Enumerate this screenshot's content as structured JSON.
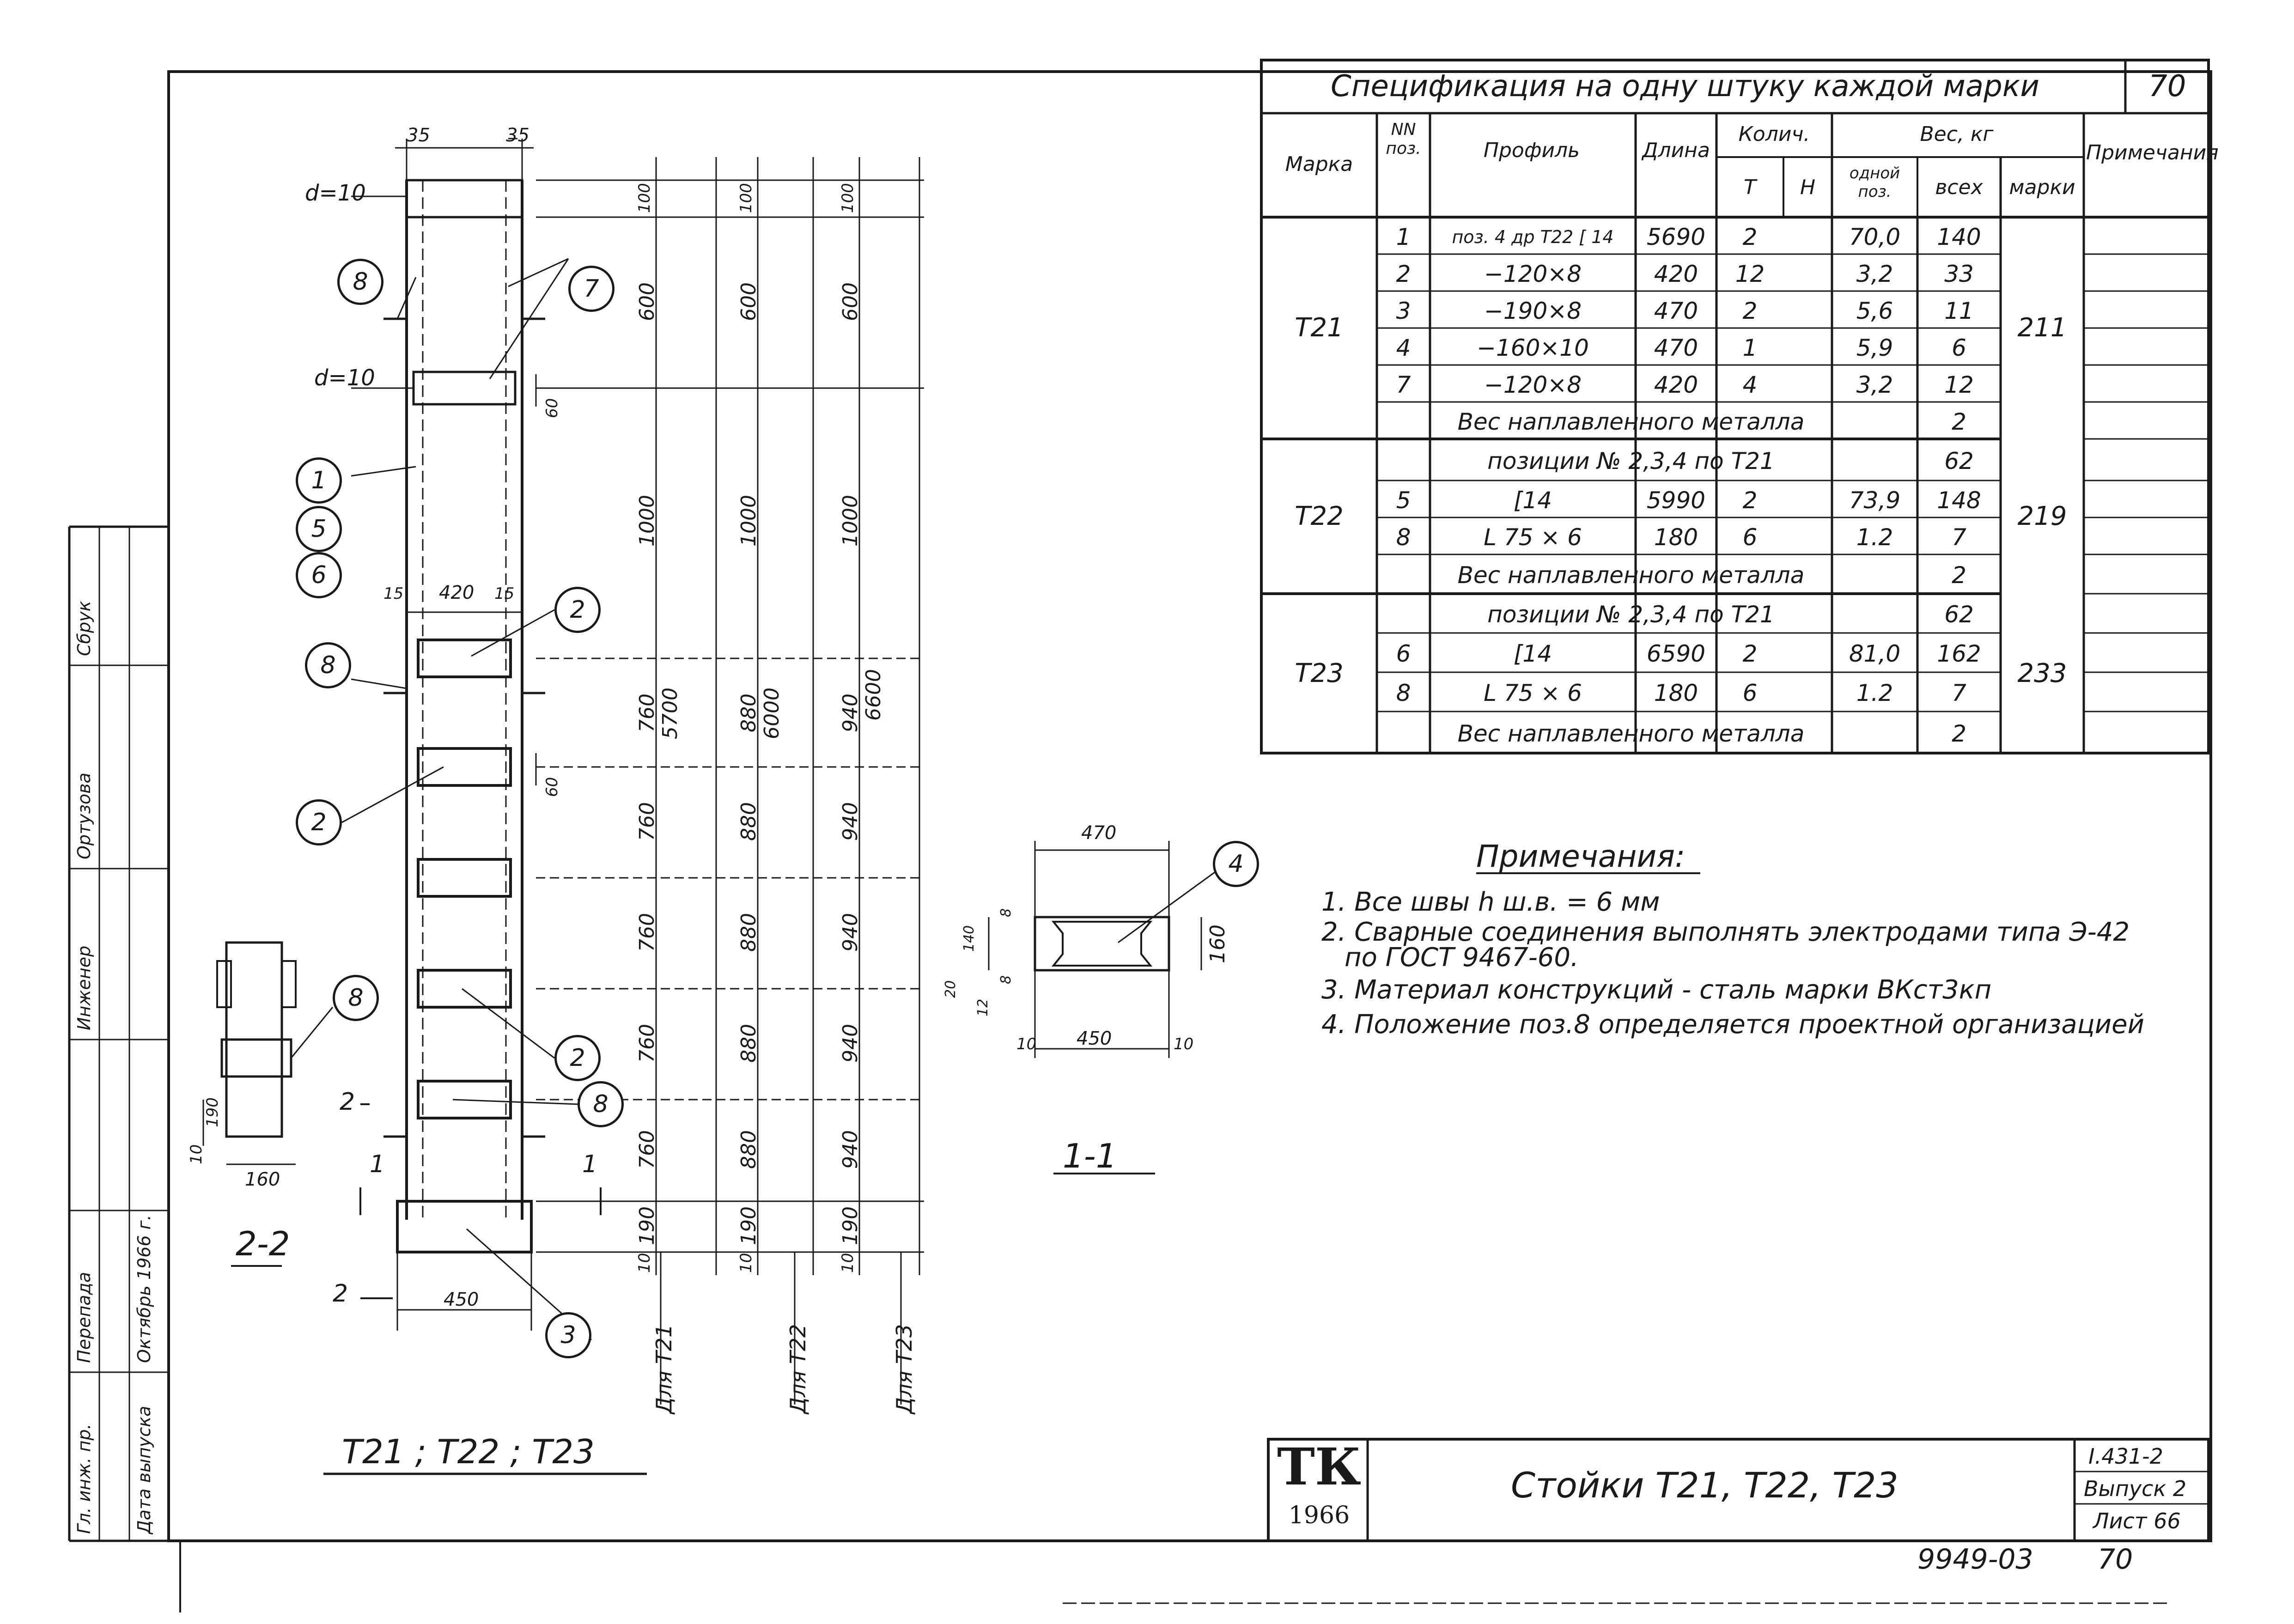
{
  "spec": {
    "title": "Спецификация на одну штуку каждой марки",
    "sheet_corner_no": "70",
    "headers": {
      "mark": "Марка",
      "pos": "NN поз.",
      "profile": "Профиль",
      "length": "Длина",
      "qty": "Колич.",
      "qty_t": "Т",
      "qty_n": "Н",
      "weight": "Вес, кг",
      "w_one": "одной поз.",
      "w_all": "всех",
      "w_mark": "марки",
      "note": "Примечания"
    },
    "rows": [
      {
        "mark": "Т21",
        "pos": "1",
        "profile": "поз. 4 др Т22 [ 14",
        "length": "5690",
        "t": "2",
        "n": "",
        "one": "70,0",
        "all": "140",
        "mark_w": "211"
      },
      {
        "mark": "",
        "pos": "2",
        "profile": "−120×8",
        "length": "420",
        "t": "12",
        "n": "",
        "one": "3,2",
        "all": "33",
        "mark_w": ""
      },
      {
        "mark": "",
        "pos": "3",
        "profile": "−190×8",
        "length": "470",
        "t": "2",
        "n": "",
        "one": "5,6",
        "all": "11",
        "mark_w": ""
      },
      {
        "mark": "",
        "pos": "4",
        "profile": "−160×10",
        "length": "470",
        "t": "1",
        "n": "",
        "one": "5,9",
        "all": "6",
        "mark_w": ""
      },
      {
        "mark": "",
        "pos": "7",
        "profile": "−120×8",
        "length": "420",
        "t": "4",
        "n": "",
        "one": "3,2",
        "all": "12",
        "mark_w": ""
      },
      {
        "mark": "",
        "pos": "",
        "profile": "Вес наплавленного металла",
        "length": "",
        "t": "",
        "n": "",
        "one": "",
        "all": "2",
        "mark_w": ""
      },
      {
        "mark": "Т22",
        "pos": "",
        "profile": "позиции № 2,3,4 по Т21",
        "length": "",
        "t": "",
        "n": "",
        "one": "",
        "all": "62",
        "mark_w": "219"
      },
      {
        "mark": "",
        "pos": "5",
        "profile": "[14",
        "length": "5990",
        "t": "2",
        "n": "",
        "one": "73,9",
        "all": "148",
        "mark_w": ""
      },
      {
        "mark": "",
        "pos": "8",
        "profile": "L 75 × 6",
        "length": "180",
        "t": "6",
        "n": "",
        "one": "1.2",
        "all": "7",
        "mark_w": ""
      },
      {
        "mark": "",
        "pos": "",
        "profile": "Вес наплавленного металла",
        "length": "",
        "t": "",
        "n": "",
        "one": "",
        "all": "2",
        "mark_w": ""
      },
      {
        "mark": "Т23",
        "pos": "",
        "profile": "позиции № 2,3,4 по Т21",
        "length": "",
        "t": "",
        "n": "",
        "one": "",
        "all": "62",
        "mark_w": "233"
      },
      {
        "mark": "",
        "pos": "6",
        "profile": "[14",
        "length": "6590",
        "t": "2",
        "n": "",
        "one": "81,0",
        "all": "162",
        "mark_w": ""
      },
      {
        "mark": "",
        "pos": "8",
        "profile": "L 75 × 6",
        "length": "180",
        "t": "6",
        "n": "",
        "one": "1.2",
        "all": "7",
        "mark_w": ""
      },
      {
        "mark": "",
        "pos": "",
        "profile": "Вес наплавленного металла",
        "length": "",
        "t": "",
        "n": "",
        "one": "",
        "all": "2",
        "mark_w": ""
      }
    ]
  },
  "notes": {
    "title": "Примечания:",
    "items": [
      "1. Все швы h ш.в. = 6 мм",
      "2. Сварные соединения выполнять электродами типа Э-42",
      "по ГОСТ 9467-60.",
      "3. Материал конструкций - сталь марки ВКст3кп",
      "4. Положение поз.8 определяется проектной организацией"
    ]
  },
  "drawing": {
    "dims_top": [
      "35",
      "35"
    ],
    "d_labels": [
      "d=10",
      "d=10"
    ],
    "dim_420": "420",
    "dim_15a": "15",
    "dim_15b": "15",
    "dim_60a": "60",
    "dim_60b": "60",
    "dim_450": "450",
    "col_dims_1": [
      "100",
      "600",
      "1000",
      "760",
      "760",
      "760",
      "760",
      "760",
      "190",
      "10"
    ],
    "col_dims_2": [
      "100",
      "600",
      "1000",
      "880",
      "880",
      "880",
      "880",
      "880",
      "190",
      "10"
    ],
    "col_dims_3": [
      "100",
      "600",
      "1000",
      "940",
      "940",
      "940",
      "940",
      "940",
      "190",
      "10"
    ],
    "totals": [
      "5700",
      "6000",
      "6600"
    ],
    "for_labels": [
      "Для Т21",
      "Для Т22",
      "Для Т23"
    ],
    "balloons_main": [
      "8",
      "7",
      "1",
      "5",
      "6",
      "2",
      "8",
      "2",
      "8",
      "2",
      "8",
      "3"
    ],
    "main_title": "Т21 ; Т22 ; Т23",
    "cut_marks": [
      "1",
      "1",
      "2",
      "2"
    ],
    "section22": {
      "title": "2-2",
      "dim_160": "160",
      "dim_190": "190",
      "dim_10": "10",
      "balloon": "8"
    },
    "section11": {
      "title": "1-1",
      "dim_470": "470",
      "dim_450": "450",
      "dim_10a": "10",
      "dim_10b": "10",
      "dim_160": "160",
      "dim_8a": "8",
      "dim_140": "140",
      "dim_8b": "8",
      "dim_20": "20",
      "dim_12": "12",
      "balloon": "4"
    }
  },
  "stamp": {
    "left_rows": [
      {
        "role": "Гл. инж. пр.",
        "name": "Перепада"
      },
      {
        "role": "Инженер",
        "name": "Ортузова"
      },
      {
        "role": "",
        "name": "Сбрук"
      }
    ],
    "date_label": "Дата выпуска",
    "date_value": "Октябрь 1966 г.",
    "tk_logo": "ТК",
    "tk_year": "1966",
    "title": "Стойки Т21, Т22, Т23",
    "series": "I.431-2",
    "issue": "Выпуск 2",
    "sheet": "Лист 66"
  },
  "footer": {
    "code": "9949-03",
    "page": "70"
  }
}
